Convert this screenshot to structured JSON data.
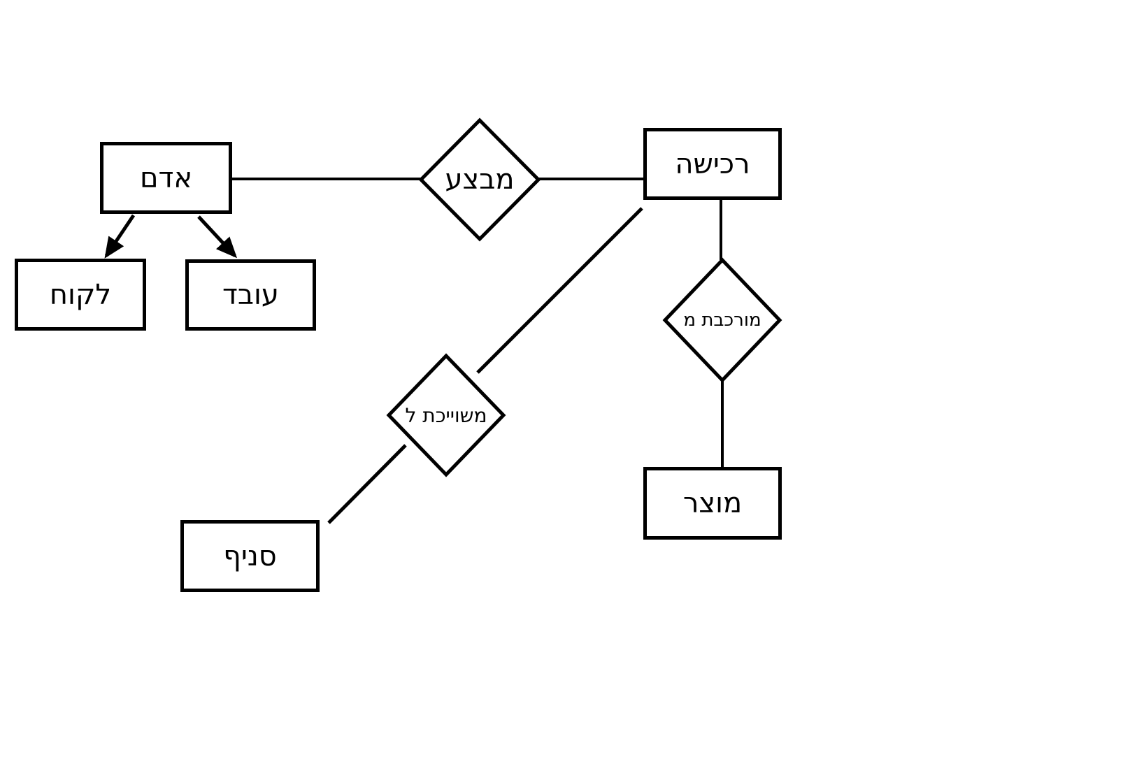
{
  "diagram": {
    "type": "entity-relationship-diagram",
    "language": "hebrew",
    "direction": "rtl",
    "background_color": "#ffffff",
    "stroke_color": "#000000",
    "entities": [
      {
        "id": "person",
        "label": "אדם"
      },
      {
        "id": "customer",
        "label": "לקוח"
      },
      {
        "id": "employee",
        "label": "עובד"
      },
      {
        "id": "purchase",
        "label": "רכישה"
      },
      {
        "id": "product",
        "label": "מוצר"
      },
      {
        "id": "branch",
        "label": "סניף"
      }
    ],
    "relationships": [
      {
        "id": "performs",
        "label": "מבצע"
      },
      {
        "id": "composed-of",
        "label": "מורכבת מ"
      },
      {
        "id": "assigned-to",
        "label": "משוייכת ל"
      }
    ],
    "edges": [
      {
        "from": "אדם",
        "to": "מבצע",
        "style": "line"
      },
      {
        "from": "מבצע",
        "to": "רכישה",
        "style": "line"
      },
      {
        "from": "אדם",
        "to": "לקוח",
        "style": "arrow"
      },
      {
        "from": "אדם",
        "to": "עובד",
        "style": "arrow"
      },
      {
        "from": "רכישה",
        "to": "מורכבת מ",
        "style": "line"
      },
      {
        "from": "מורכבת מ",
        "to": "מוצר",
        "style": "line"
      },
      {
        "from": "רכישה",
        "to": "משוייכת ל",
        "style": "line"
      },
      {
        "from": "משוייכת ל",
        "to": "סניף",
        "style": "line"
      }
    ]
  }
}
